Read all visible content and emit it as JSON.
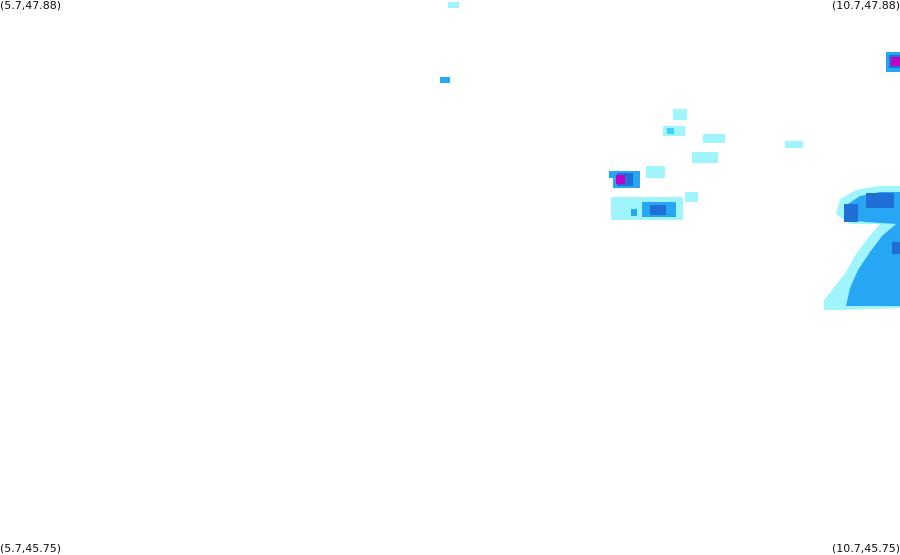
{
  "corners": {
    "top_left": "(5.7,47.88)",
    "top_right": "(10.7,47.88)",
    "bottom_left": "(5.7,45.75)",
    "bottom_right": "(10.7,45.75)"
  },
  "colors": {
    "background": "#ffffff",
    "very_light": "#9ff5fb",
    "light": "#3fd3f5",
    "medium": "#27a6f4",
    "strong": "#1f6fd6",
    "very_strong": "#c000c8"
  }
}
